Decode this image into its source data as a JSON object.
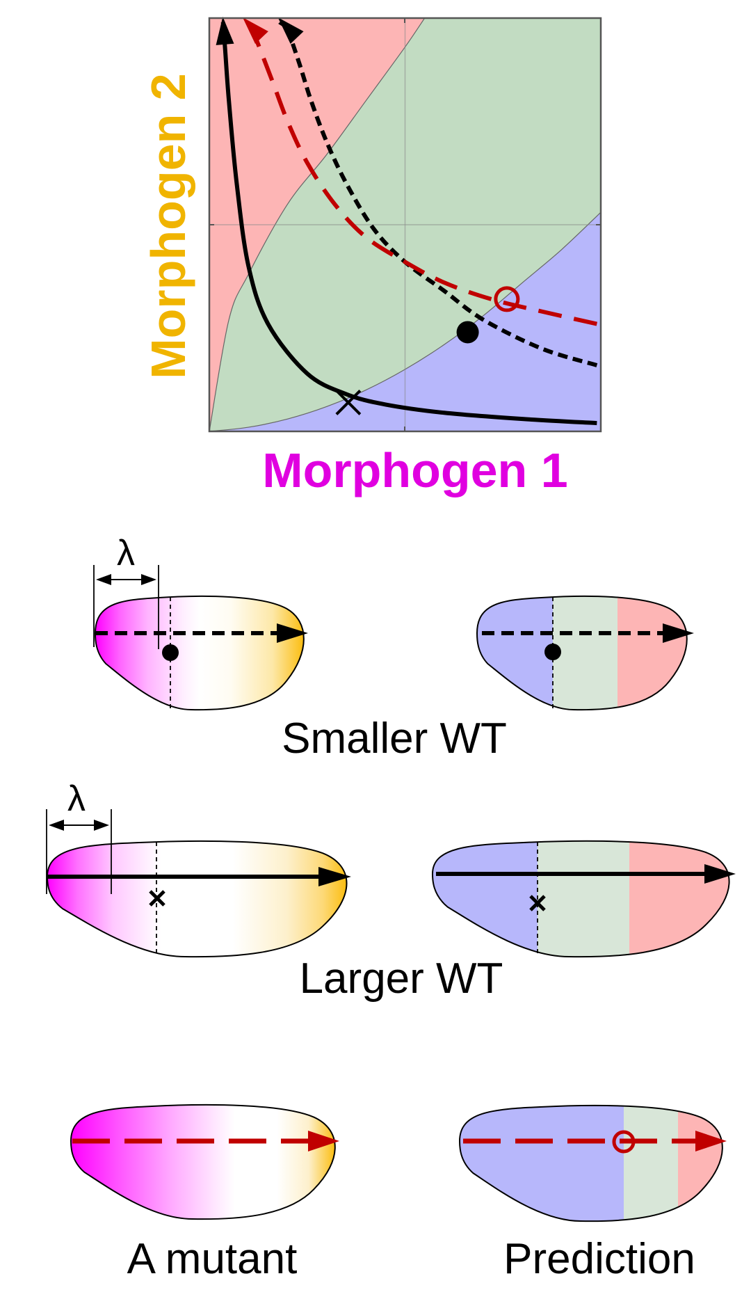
{
  "colors": {
    "region_red": "#fdb5b5",
    "region_green": "#c2dcc2",
    "region_blue": "#b7b7fb",
    "morphogen1": "#e000e0",
    "morphogen2": "#f0b400",
    "prediction_red": "#c00000",
    "ink": "#000000"
  },
  "chart_data": {
    "type": "line",
    "title": "",
    "xlabel": "Morphogen 1",
    "ylabel": "Morphogen 2",
    "xlim": [
      0,
      1
    ],
    "ylim": [
      0,
      1
    ],
    "grid": true,
    "gridlines": {
      "x": [
        0.5
      ],
      "y": [
        0.5
      ]
    },
    "regions": [
      {
        "name": "red-fate",
        "description": "above upper boundary",
        "color": "#fdb5b5"
      },
      {
        "name": "green-fate",
        "description": "between boundaries",
        "color": "#c2dcc2"
      },
      {
        "name": "blue-fate",
        "description": "below lower boundary",
        "color": "#b7b7fb"
      }
    ],
    "boundaries": [
      {
        "name": "upper-boundary",
        "x": [
          0,
          0.05,
          0.1,
          0.2,
          0.3,
          0.4,
          0.5,
          0.55
        ],
        "y": [
          0,
          0.27,
          0.38,
          0.55,
          0.67,
          0.8,
          0.93,
          1.0
        ]
      },
      {
        "name": "lower-boundary",
        "x": [
          0,
          0.1,
          0.2,
          0.3,
          0.4,
          0.5,
          0.6,
          0.7,
          0.8,
          0.9,
          1.0
        ],
        "y": [
          0,
          0.01,
          0.03,
          0.06,
          0.1,
          0.15,
          0.21,
          0.28,
          0.36,
          0.44,
          0.53
        ]
      }
    ],
    "series": [
      {
        "name": "Larger WT trajectory",
        "style": "solid",
        "color": "#000000",
        "x": [
          0.99,
          0.8,
          0.6,
          0.45,
          0.35,
          0.25,
          0.15,
          0.1,
          0.07,
          0.05,
          0.04,
          0.035
        ],
        "y": [
          0.02,
          0.03,
          0.045,
          0.065,
          0.09,
          0.14,
          0.26,
          0.4,
          0.6,
          0.8,
          0.93,
          0.99
        ]
      },
      {
        "name": "Smaller WT trajectory",
        "style": "short-dash",
        "color": "#000000",
        "x": [
          0.99,
          0.85,
          0.7,
          0.6,
          0.5,
          0.42,
          0.35,
          0.3,
          0.26,
          0.23,
          0.2,
          0.18
        ],
        "y": [
          0.16,
          0.2,
          0.27,
          0.34,
          0.41,
          0.49,
          0.6,
          0.7,
          0.8,
          0.89,
          0.97,
          0.99
        ]
      },
      {
        "name": "Mutant trajectory",
        "style": "long-dash",
        "color": "#c00000",
        "x": [
          0.99,
          0.85,
          0.72,
          0.6,
          0.5,
          0.4,
          0.32,
          0.25,
          0.2,
          0.16,
          0.11,
          0.09
        ],
        "y": [
          0.26,
          0.29,
          0.32,
          0.36,
          0.41,
          0.47,
          0.55,
          0.65,
          0.75,
          0.85,
          0.97,
          0.99
        ]
      }
    ],
    "markers": [
      {
        "name": "cross-marker",
        "shape": "x",
        "x": 0.355,
        "y": 0.07,
        "label": "Larger WT boundary position"
      },
      {
        "name": "dot-marker",
        "shape": "filled-circle",
        "x": 0.66,
        "y": 0.24,
        "label": "Smaller WT boundary position"
      },
      {
        "name": "open-circle-marker",
        "shape": "open-circle",
        "x": 0.76,
        "y": 0.32,
        "color": "#c00000",
        "label": "Predicted mutant boundary"
      }
    ]
  },
  "embryos": {
    "smaller_wt": {
      "caption": "Smaller WT",
      "lambda_label": "λ",
      "gradient_side": {
        "axis_style": "short-dash",
        "marker": "dot",
        "marker_position": 0.35
      },
      "fate_side": {
        "axis_style": "short-dash",
        "marker": "dot",
        "boundaries": [
          0.35,
          0.66
        ]
      }
    },
    "larger_wt": {
      "caption": "Larger WT",
      "lambda_label": "λ",
      "gradient_side": {
        "axis_style": "solid",
        "marker": "cross",
        "marker_position": 0.36
      },
      "fate_side": {
        "axis_style": "solid",
        "marker": "cross",
        "boundaries": [
          0.35,
          0.65
        ]
      }
    },
    "mutant": {
      "caption": "A mutant",
      "gradient_side": {
        "axis_style": "long-dash-red"
      }
    },
    "prediction": {
      "caption": "Prediction",
      "fate_side": {
        "axis_style": "long-dash-red",
        "marker": "open-circle",
        "boundaries": [
          0.61,
          0.81
        ]
      }
    }
  }
}
